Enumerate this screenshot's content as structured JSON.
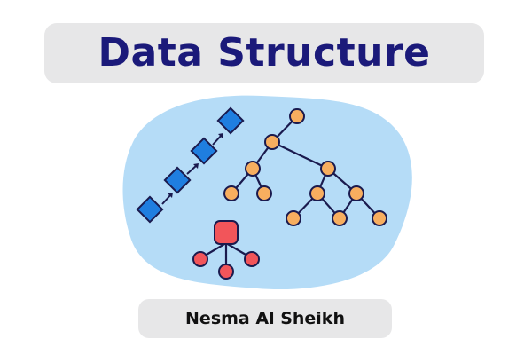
{
  "title": "Data Structure",
  "author": "Nesma Al Sheikh",
  "colors": {
    "title_text": "#1b1a7a",
    "banner_background": "#e7e7e8",
    "blob_background": "#b5dcf7",
    "linked_list_node": "#1f7ee0",
    "tree_node": "#f7ae5f",
    "graph_node": "#f2555a",
    "edge_stroke": "#1a1a4e"
  },
  "illustration": {
    "linked_list_icon": "linked-list",
    "binary_tree_icon": "tree",
    "small_tree_icon": "hierarchy"
  }
}
